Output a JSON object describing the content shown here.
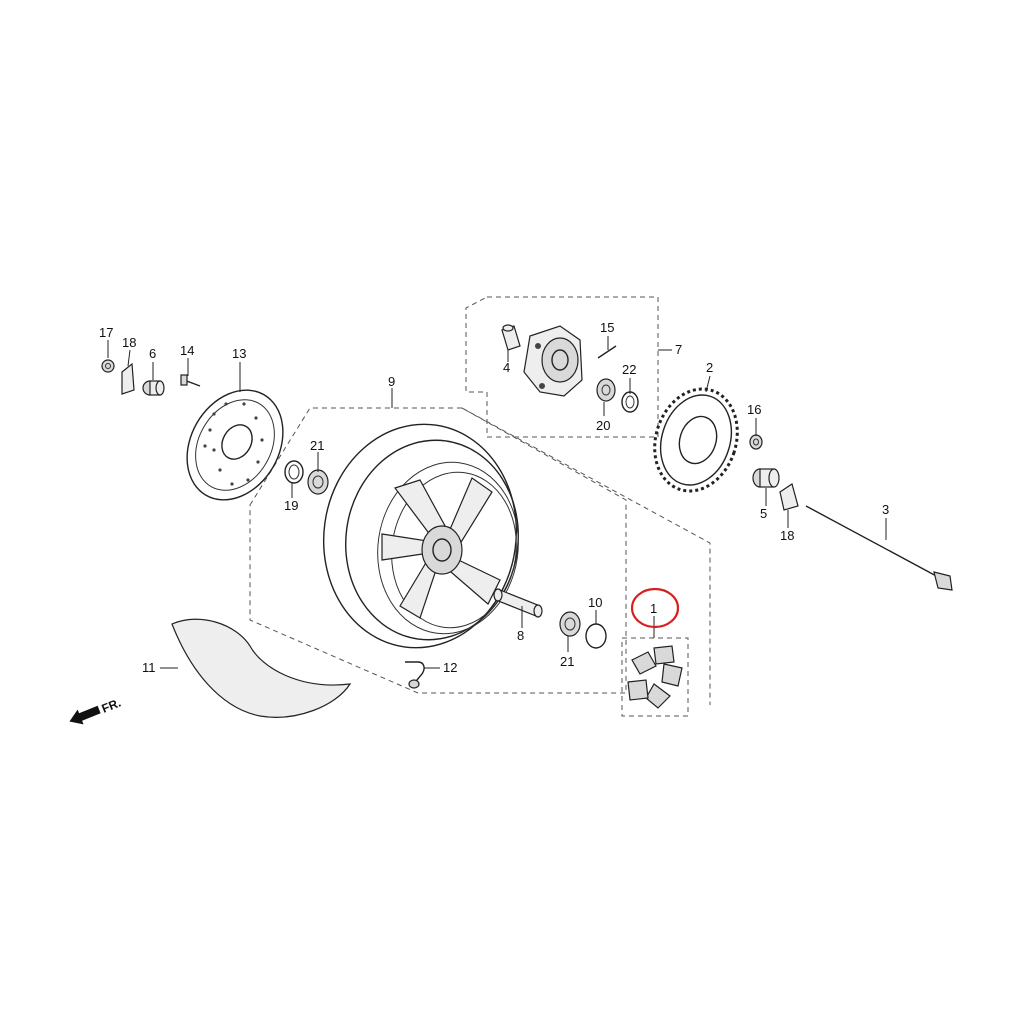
{
  "diagram": {
    "direction_label": "FR.",
    "highlight_color": "#d62020",
    "highlighted_callout": "1",
    "callouts": {
      "c1": "1",
      "c2": "2",
      "c3": "3",
      "c4": "4",
      "c5": "5",
      "c6": "6",
      "c7": "7",
      "c8": "8",
      "c9": "9",
      "c10": "10",
      "c11": "11",
      "c12": "12",
      "c13": "13",
      "c14": "14",
      "c15": "15",
      "c16": "16",
      "c17": "17",
      "c18a": "18",
      "c18b": "18",
      "c19": "19",
      "c20": "20",
      "c21a": "21",
      "c21b": "21",
      "c22": "22"
    }
  }
}
